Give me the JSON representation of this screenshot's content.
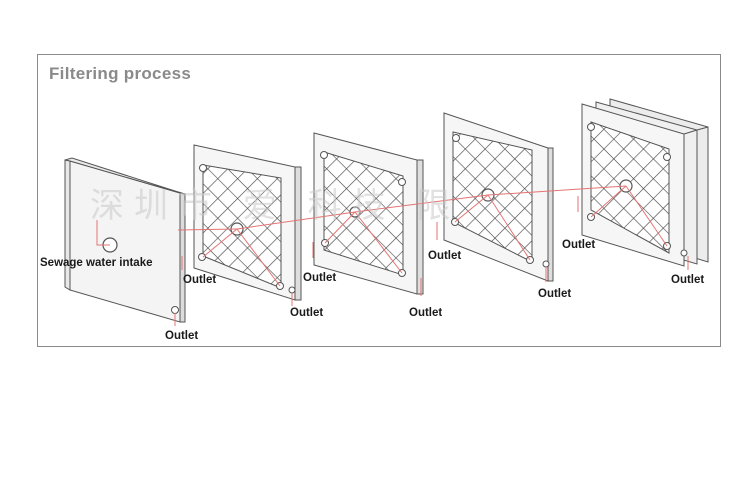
{
  "title": "Filtering process",
  "watermark": "深圳市   爱   科技  限",
  "labels": {
    "intake": "Sewage water intake",
    "outlet_0": "Outlet",
    "outlet_1a": "Outlet",
    "outlet_1b": "Outlet",
    "outlet_2a": "Outlet",
    "outlet_2b": "Outlet",
    "outlet_3a": "Outlet",
    "outlet_3b": "Outlet",
    "outlet_4a": "Outlet",
    "outlet_4b": "Outlet"
  },
  "colors": {
    "frame": "#8a8a8a",
    "panel_stroke": "#555555",
    "mesh": "#4a4a4a",
    "flow": "#e57373",
    "title": "#8a8a8a"
  },
  "icons": [
    "filter-plate",
    "mesh-grid",
    "flow-arrow"
  ]
}
